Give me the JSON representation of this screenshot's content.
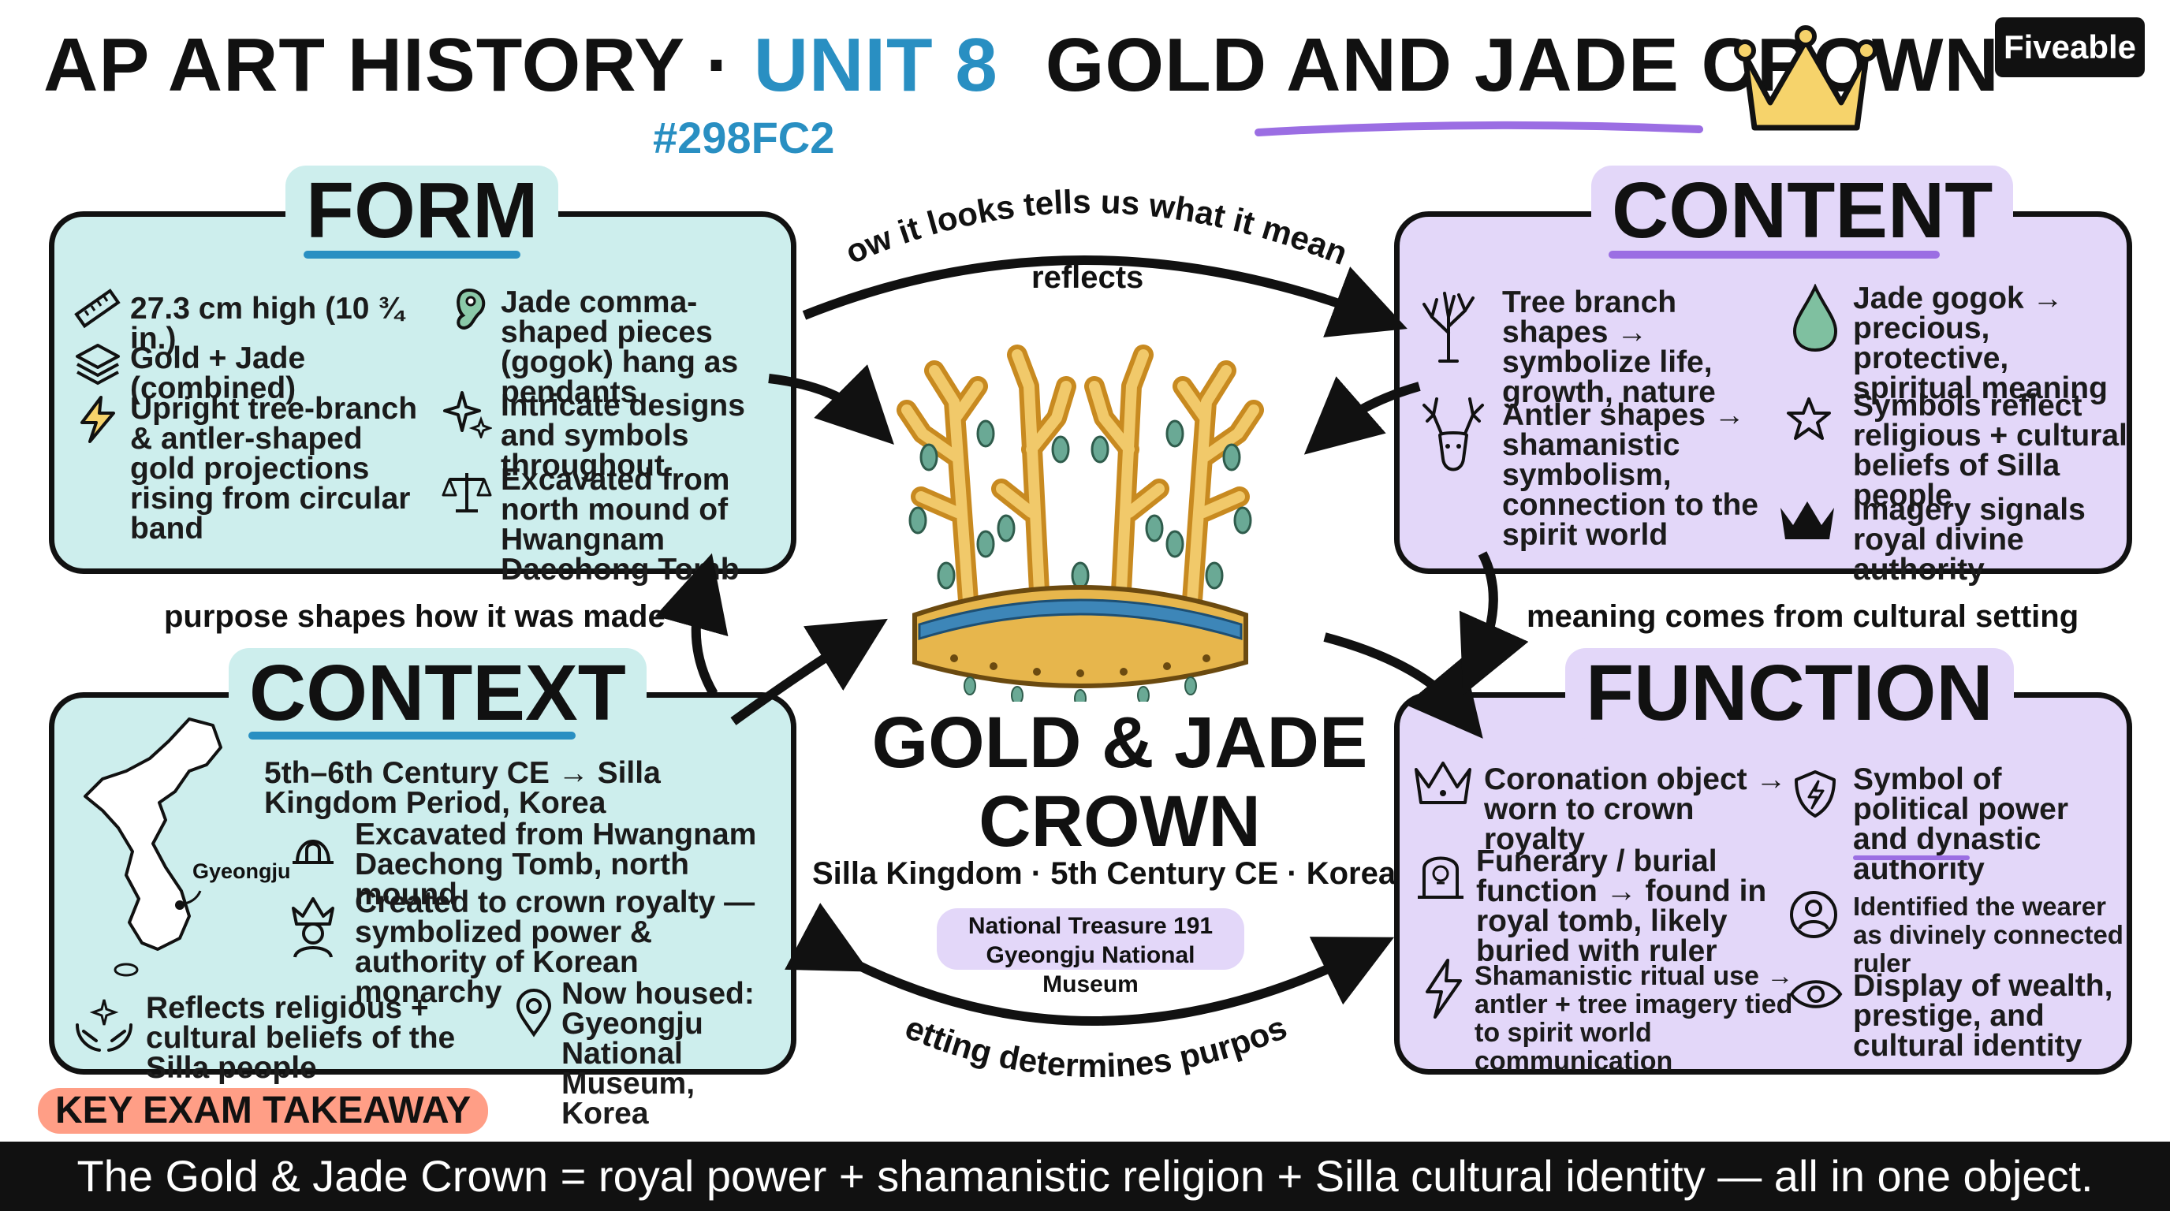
{
  "header": {
    "course": "AP ART HISTORY · ",
    "unit": "UNIT 8",
    "title": "GOLD AND JADE CROWN",
    "hex_code": "#298FC2",
    "logo": "Fiveable"
  },
  "form": {
    "title": "FORM",
    "items": {
      "height": "27.3 cm high (10 ¾ in.)",
      "materials": "Gold + Jade (combined)",
      "projections": "Upright tree-branch & antler-shaped gold projections rising from circular band",
      "jade_pieces": "Jade comma-shaped pieces (gogok) hang as pendants",
      "designs": "Intricate designs and symbols throughout",
      "excavated": "Excavated from north mound of Hwangnam Daechong Tomb"
    }
  },
  "content": {
    "title": "CONTENT",
    "items": {
      "tree": "Tree branch shapes → symbolize life, growth, nature",
      "jade": "Jade gogok → precious, protective, spiritual meaning",
      "antler": "Antler shapes → shamanistic symbolism, connection to the spirit world",
      "symbols": "Symbols reflect religious + cultural beliefs of Silla people",
      "imagery": "Imagery signals royal divine authority"
    }
  },
  "context": {
    "title": "CONTEXT",
    "map_label": "Gyeongju",
    "items": {
      "period": "5th–6th Century CE → Silla Kingdom Period, Korea",
      "excavated": "Excavated from Hwangnam Daechong Tomb, north mound",
      "created": "Created to crown royalty — symbolized power & authority of Korean monarchy",
      "reflects": "Reflects religious + cultural beliefs of the Silla people",
      "housed": "Now housed: Gyeongju National Museum, Korea"
    }
  },
  "function": {
    "title": "FUNCTION",
    "items": {
      "coronation": "Coronation object → worn to crown royalty",
      "symbol": "Symbol of political power and dynastic authority",
      "funerary": "Funerary / burial function → found in royal tomb, likely buried with ruler",
      "identified": "Identified the wearer as divinely connected ruler",
      "shamanistic": "Shamanistic ritual use → antler + tree imagery tied to spirit world communication",
      "display": "Display of wealth, prestige, and cultural identity"
    }
  },
  "connectors": {
    "top_arc": "how it looks tells us what it means",
    "reflects": "reflects",
    "left": "purpose shapes how it was made",
    "right": "meaning comes from cultural setting",
    "bottom_arc": "setting determines purpose"
  },
  "center": {
    "title": "GOLD & JADE CROWN",
    "subtitle": "Silla Kingdom · 5th Century CE · Korea",
    "badge_line1": "National Treasure 191",
    "badge_line2": "Gyeongju National Museum"
  },
  "takeaway": {
    "label": "KEY EXAM TAKEAWAY",
    "text": "The Gold & Jade Crown = royal power + shamanistic religion + Silla cultural identity — all in one object."
  },
  "colors": {
    "accent_blue": "#298FC2",
    "teal_panel": "#cdeeed",
    "lavender_panel": "#e3d7f9",
    "purple_underline": "#9b6ee3",
    "gold": "#e7b64c",
    "jade": "#6aa995",
    "takeaway_bg": "#ff9e86"
  }
}
